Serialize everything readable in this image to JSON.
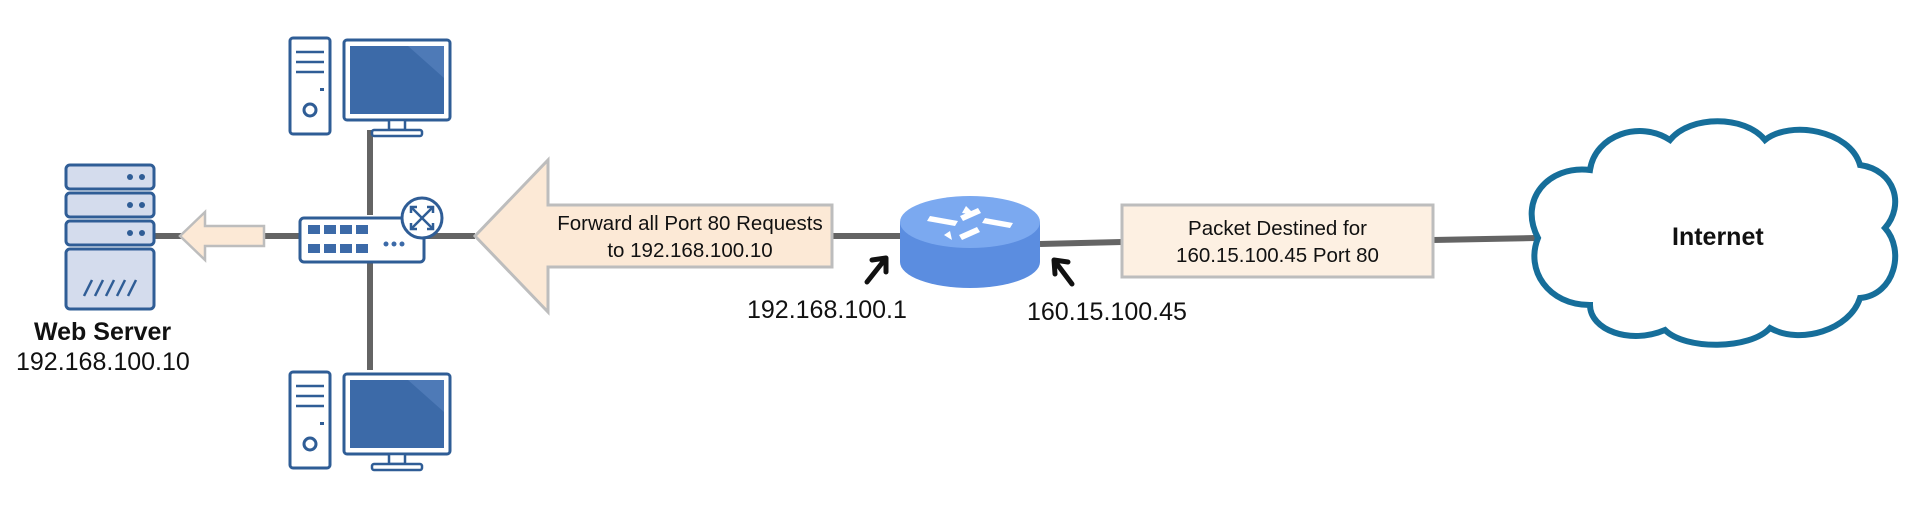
{
  "web_server": {
    "title": "Web Server",
    "ip": "192.168.100.10"
  },
  "forward_arrow": {
    "line1": "Forward all Port 80 Requests",
    "line2": "to 192.168.100.10"
  },
  "router": {
    "inside_ip": "192.168.100.1",
    "outside_ip": "160.15.100.45"
  },
  "packet_box": {
    "line1": "Packet Destined for",
    "line2": "160.15.100.45 Port 80"
  },
  "internet": {
    "label": "Internet"
  },
  "colors": {
    "device_blue": "#3c6aa8",
    "device_outline": "#2f5d96",
    "router_blue": "#6a9be6",
    "cloud_outline": "#166e9a",
    "arrow_fill": "#fce9d6",
    "box_fill": "#fdf0e2",
    "box_outline": "#bdbdbd",
    "line_gray": "#646464"
  },
  "icons": [
    "server-icon",
    "computer-icon",
    "switch-icon",
    "router-icon",
    "cloud-icon",
    "pointer-arrow-icon"
  ]
}
